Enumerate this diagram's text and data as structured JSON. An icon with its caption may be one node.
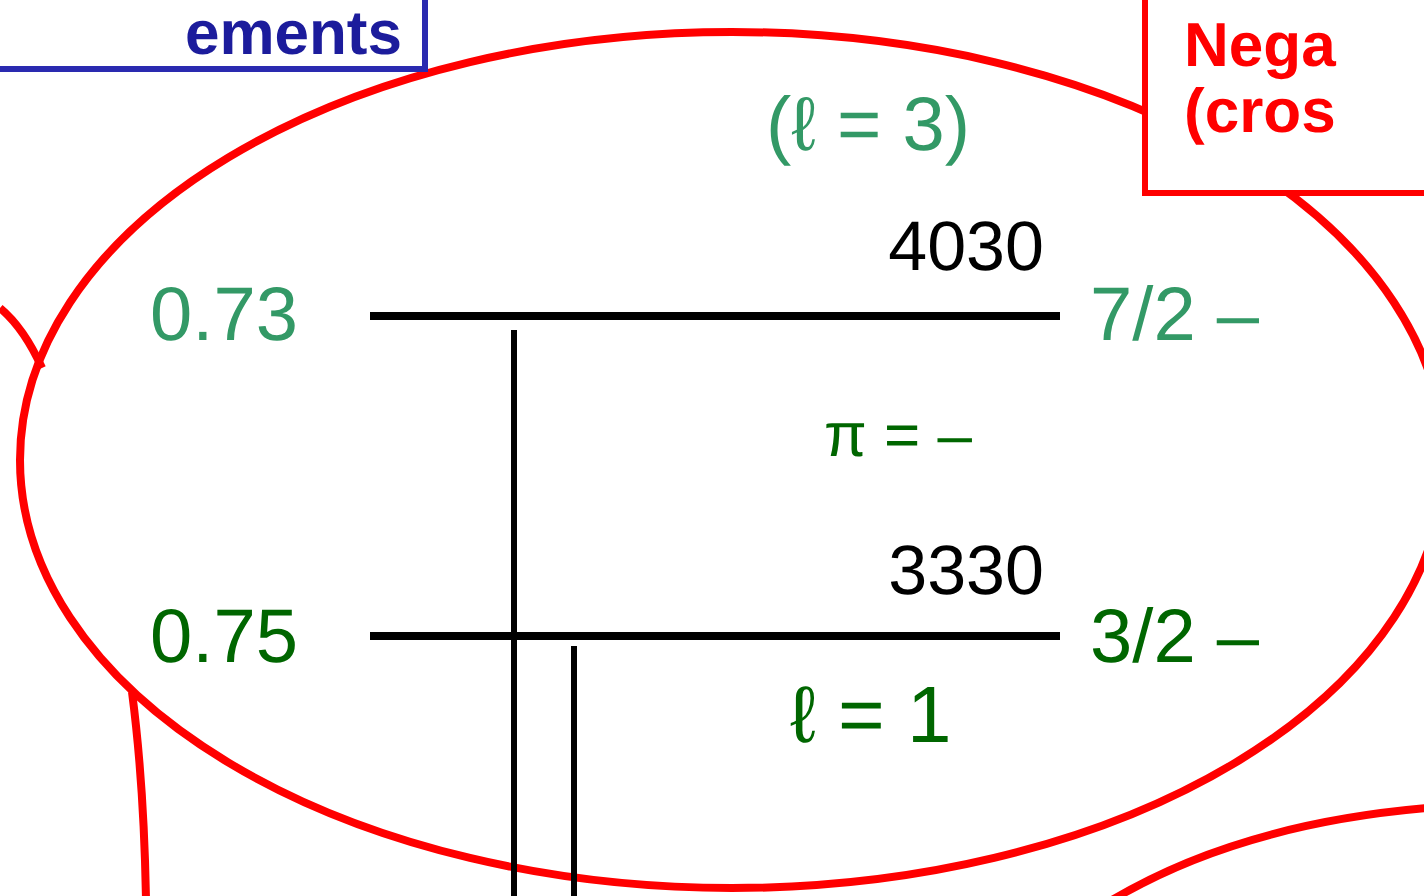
{
  "diagram": {
    "nodes": [
      {
        "text": [
          "ements"
        ]
      },
      {
        "text": [
          "Nega (cros"
        ]
      },
      {
        "text": [],
        "shape": "cloud"
      },
      {
        "text": [],
        "shape": "ellipse"
      },
      {
        "text": [],
        "shape": "cloud"
      }
    ],
    "labels": [
      "(ℓ = 3)",
      "4030",
      "0.73",
      "7/2 –",
      "π = –",
      "3330",
      "0.75",
      "3/2 –",
      "ℓ = 1"
    ]
  }
}
